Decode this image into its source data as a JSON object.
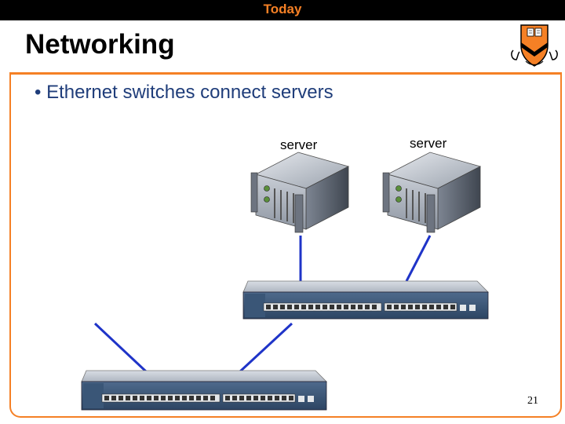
{
  "slide": {
    "top_bar_title": "Today",
    "title": "Networking",
    "bullet": "• Ethernet switches connect servers",
    "page_number": "21"
  },
  "diagram": {
    "servers": [
      {
        "label": "server",
        "icon": "server-rack-icon"
      },
      {
        "label": "server",
        "icon": "server-rack-icon"
      }
    ],
    "switches": [
      {
        "icon": "ethernet-switch-icon"
      },
      {
        "icon": "ethernet-switch-icon"
      }
    ]
  },
  "colors": {
    "accent": "#f58025",
    "title": "#000000",
    "bullet": "#1f3d7a",
    "link": "#1f34c8",
    "top_bar": "#000000"
  },
  "logo": {
    "name": "university-shield-logo"
  }
}
